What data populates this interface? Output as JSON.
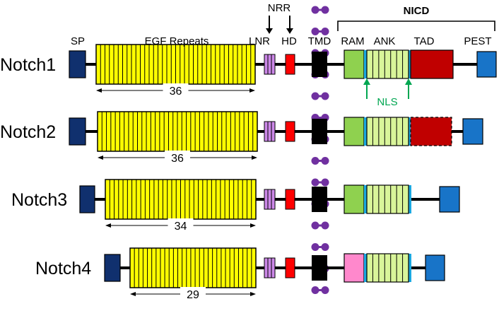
{
  "header": {
    "domain_labels": {
      "sp": "SP",
      "egf": "EGF Repeats",
      "lnr": "LNR",
      "hd": "HD",
      "tmd": "TMD",
      "ram": "RAM",
      "ank": "ANK",
      "tad": "TAD",
      "pest": "PEST"
    },
    "nrr": "NRR",
    "nicd": "NICD",
    "nls": "NLS"
  },
  "proteins": [
    {
      "name": "Notch1",
      "egf_count": "36",
      "ram_color": "#8fd14f",
      "has_tad": true,
      "tad_dashed": false
    },
    {
      "name": "Notch2",
      "egf_count": "36",
      "ram_color": "#8fd14f",
      "has_tad": true,
      "tad_dashed": true
    },
    {
      "name": "Notch3",
      "egf_count": "34",
      "ram_color": "#8fd14f",
      "has_tad": false,
      "tad_dashed": false
    },
    {
      "name": "Notch4",
      "egf_count": "29",
      "ram_color": "#ff88cc",
      "has_tad": false,
      "tad_dashed": false
    }
  ],
  "colors": {
    "sp": "#10306e",
    "egf": "#ffff00",
    "lnr": "#cc88e8",
    "hd": "#ff0000",
    "tmd": "#000000",
    "ank": "#d9f59a",
    "nls_bar": "#1aa7e0",
    "tad": "#c00000",
    "pest": "#1874c8",
    "membrane": "#7030a0",
    "nls_text": "#00a651"
  }
}
